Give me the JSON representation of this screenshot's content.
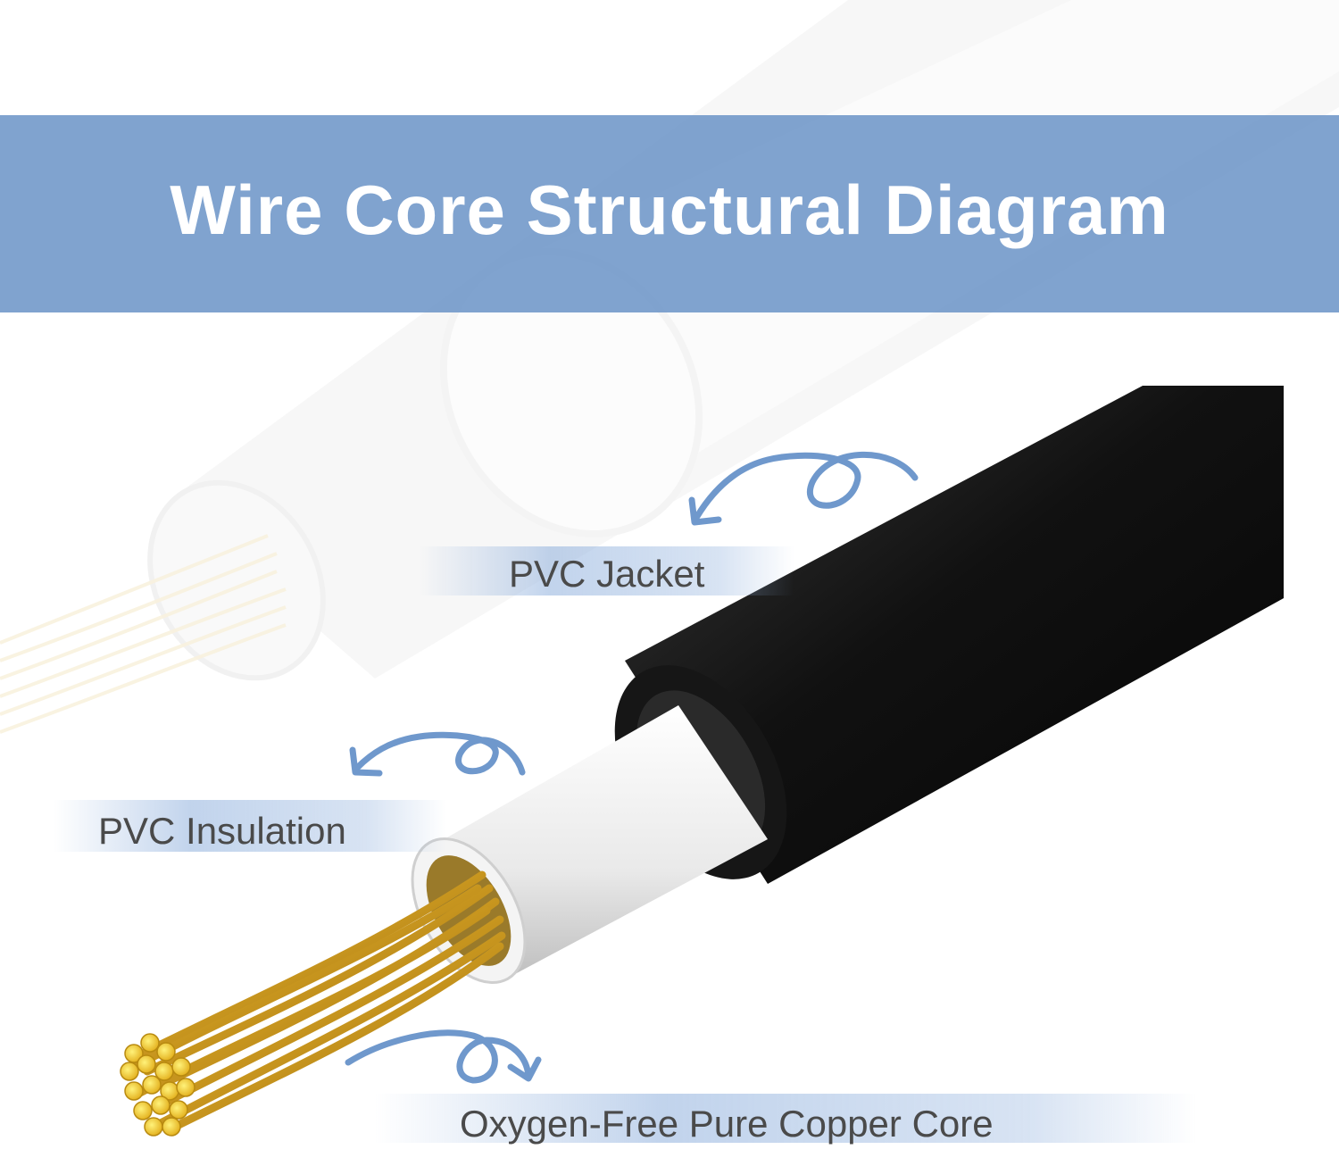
{
  "title": "Wire Core Structural Diagram",
  "labels": {
    "jacket": "PVC Jacket",
    "insulation": "PVC Insulation",
    "core": "Oxygen-Free Pure Copper Core"
  },
  "colors": {
    "banner": "#6e96c8",
    "arrow": "#6f98cc",
    "jacket": "#1c1c1c",
    "insulation": "#eeeeee",
    "copper": "#d4a52a",
    "strand_tip": "#f2cf1e",
    "label_text": "#4a4a4a"
  }
}
